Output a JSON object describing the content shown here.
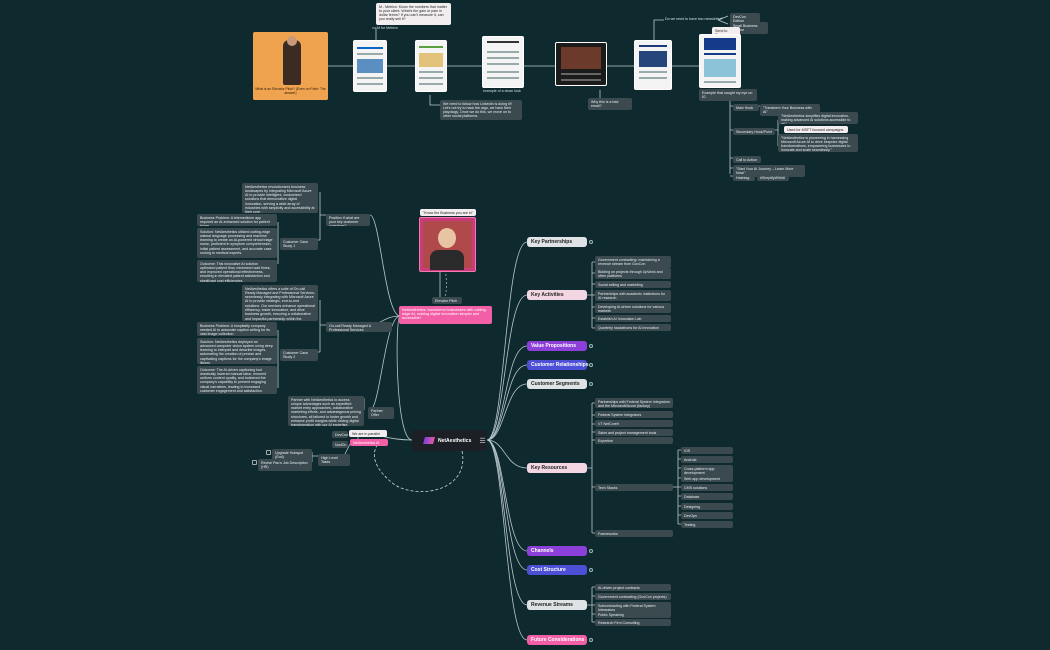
{
  "central": {
    "title": "NetAesthetics"
  },
  "top_row": {
    "photo_caption": "What is an Elevator Pitch? (Even on Point: The answer)",
    "metrics_note": "M - Metrics: Know the numbers that matter to your client. What's the gain or pain in dollar terms? If you can't measure it, can you really sell it?",
    "metrics_label": "M for Metrics",
    "linkedin_note": "We need to follow how LinkedIn is doing it!! Let's not try to hack the algo, we hack their playology. Once we do this, we move on to other social platforms.",
    "clean_look": "example of a clean look",
    "bad_email": "Why this is a bad email?",
    "newsletter_q": "Do we need to have two newsletter?",
    "devcon": "DevCon Edition",
    "small_biz": "Small Business Edition",
    "send_to": "Send to Phoby",
    "example_caught": "Example that caught my eye on IG",
    "main_hook_label": "Main Hook",
    "main_hook": "\"Transform Your Business with AI\"",
    "secondary_hook_label": "Secondary Hook/Point",
    "secondary_1": "\"NetAesthetics simplifies digital innovation, making advanced AI solutions accessible to all.\"",
    "msft_focused": "Used for MSFT focused campaigns",
    "secondary_2": "\"NetAesthetics is pioneering in harnessing Microsoft Azure AI to drive bespoke digital transformations, empowering businesses to innovate and scale seamlessly.\"",
    "cta_label": "Call to Action",
    "cta": "\"Start Your AI Journey – Learn More Now!\"",
    "hashtag_label": "Hashtag",
    "hashtag": "#SimplifyWithAI"
  },
  "left": {
    "know_business": "\"Know the Business you are in\"",
    "elevator_pitch": "Elevator Pitch",
    "pitch_text": "NetAesthetics: transforms businesses with cutting-edge AI, making digital innovation simpler and accessible!",
    "position_label": "Position if what are your key customer questions?",
    "case1_label": "Customer Case Study 1",
    "case1_intro": "NetAesthetics revolutionizes business landscapes by integrating Microsoft Azure AI to provide intelligent, customized solutions that democratize digital innovation, serving a wide array of industries with simplicity and accessibility at their core.",
    "case1_problem": "Business Problem: A telemedicine app required an AI-enhanced solution for patient triage.",
    "case1_solution": "Solution: NetAesthetics utilized cutting-edge natural language processing and machine learning to create an AI-powered virtual triage nurse, proficient in symptom comprehension, initial patient assessment, and accurate case routing to medical experts.",
    "case1_outcome": "Outcome: This innovative AI solution optimized patient flow, minimized wait times, and improved operational effectiveness, resulting in elevated patient satisfaction and significant cost efficiencies.",
    "cloud_label": "On-call Ready Managed & Professional Services",
    "case2_label": "Customer Case Study 2",
    "case2_intro": "NetAesthetics offers a suite of On-call Ready Managed and Professional Services, seamlessly integrating with Microsoft Azure AI to provide strategic, end-to-end solutions. Our services enhance operational efficiency, foster innovation, and drive business growth, ensuring a collaborative and impactful partnership within the Microsoft ecosystem.",
    "case2_problem": "Business Problem: A hospitality company needed AI to automate caption writing for its vast image collection.",
    "case2_solution": "Solution: NetAesthetics deployed an advanced computer vision system using deep learning to interpret and describe images, automating the creation of precise and captivating captions for the company's image library.",
    "case2_outcome": "Outcome: The AI-driven captioning tool drastically lowered manual labor, ensured uniform content quality, and bolstered the company's capability to present engaging visual narratives, leading to increased customer engagement and satisfaction.",
    "partner_label": "Partner Offer",
    "partner_text": "Partner with NetAesthetics to access unique advantages such as expedited market entry approaches, collaborative marketing efforts, and advantageous pricing structures, all tailored to foster growth and enhance profit margins while driving digital transformation with our AI expertise.",
    "devcon_tag": "DevCon",
    "tag_we_are": "We are in parallel",
    "nodel_tag": "NodOn",
    "netaesthetics_ai": "NetAesthetics AI",
    "high_level_tasks": "High Level Tasks",
    "task1": "Upgrade Hubspot (Eod)",
    "task2": "Revise Pau's Job Description (HR)"
  },
  "right": {
    "branches": [
      {
        "label": "Key Partnerships"
      },
      {
        "label": "Key Activities"
      },
      {
        "label": "Value Propositions"
      },
      {
        "label": "Customer Relationships"
      },
      {
        "label": "Customer Segments"
      },
      {
        "label": "Key Resources"
      },
      {
        "label": "Channels"
      },
      {
        "label": "Cost Structure"
      },
      {
        "label": "Revenue Streams"
      },
      {
        "label": "Future Considerations"
      }
    ],
    "activities": [
      "Government contracting: maintaining a revenue stream from GovCon",
      "Bidding on projects through UpWork and other platforms",
      "Social selling and marketing",
      "Partnerships with academic institutions for AI research",
      "Developing AI-driven solutions for various markets",
      "Establish AI Innovation Lab",
      "Quarterly hackathons for AI innovation"
    ],
    "resources": [
      "Partnerships with Federal System Integrators and the Microsoft/Azure (factory)",
      "Federal System Integrators",
      "VT NetCore9",
      "Sales and project management tools",
      "Expertise",
      "Tech Stacks",
      "Frameworks"
    ],
    "tech": [
      "IOS",
      "Android",
      "Cross-platform app development",
      "Web app development",
      "CMS solutions",
      "Database",
      "Designing",
      "DevOps",
      "Testing"
    ],
    "revenue": [
      "AI-driven project contracts",
      "Government contracting (GovCon projects)",
      "Subcontracting with Federal System Integrators",
      "Public Speaking",
      "Research Firm Consulting"
    ]
  }
}
